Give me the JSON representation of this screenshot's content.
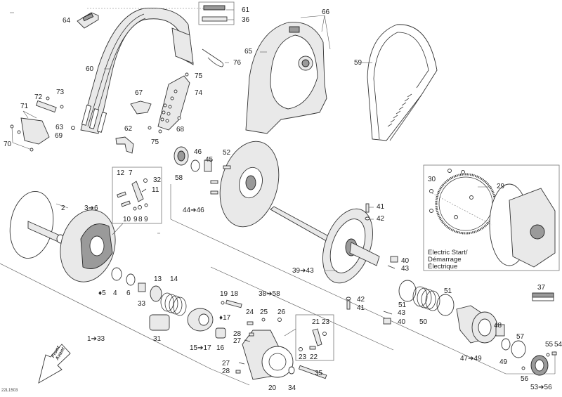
{
  "diagram": {
    "drawing_code": "22L1503",
    "front_arrow": {
      "line1": "Front",
      "line2": "Avant"
    },
    "electric_start_inset": {
      "line1": "Electric Start/",
      "line2": "Démarrage",
      "line3": "Électrique"
    },
    "callouts": {
      "c2": "2",
      "c3_6": "3➔6",
      "c4": "4",
      "c5": "♦5",
      "c6": "6",
      "c7": "7",
      "c8": "8",
      "c9a": "9",
      "c9b": "9",
      "c10": "10",
      "c11": "11",
      "c12": "12",
      "c13": "13",
      "c14": "14",
      "c15_17": "15➔17",
      "c16": "16",
      "c17": "♦17",
      "c18": "18",
      "c19": "19",
      "c20": "20",
      "c21": "21",
      "c22": "22",
      "c23a": "23",
      "c23b": "23",
      "c24": "24",
      "c25": "25",
      "c26": "26",
      "c27a": "27",
      "c27b": "27",
      "c28a": "28",
      "c28b": "28",
      "c29": "29",
      "c30": "30",
      "c31": "31",
      "c32": "32",
      "c33": "33",
      "c1_33": "1➔33",
      "c34": "34",
      "c35": "35",
      "c36": "36",
      "c37": "37",
      "c38_58": "38➔58",
      "c39_43": "39➔43",
      "c40a": "40",
      "c40b": "40",
      "c41a": "41",
      "c41b": "41",
      "c42a": "42",
      "c42b": "42",
      "c43a": "43",
      "c43b": "43",
      "c44_46": "44➔46",
      "c45": "45",
      "c46": "46",
      "c47_49": "47➔49",
      "c48": "48",
      "c49": "49",
      "c50": "50",
      "c51a": "51",
      "c51b": "51",
      "c52": "52",
      "c53_56": "53➔56",
      "c54": "54",
      "c55": "55",
      "c56": "56",
      "c57": "57",
      "c58": "58",
      "c59": "59",
      "c60": "60",
      "c61": "61",
      "c62": "62",
      "c63": "63",
      "c64": "64",
      "c65": "65",
      "c66": "66",
      "c67": "67",
      "c68": "68",
      "c69": "69",
      "c70": "70",
      "c71": "71",
      "c72": "72",
      "c73": "73",
      "c74": "74",
      "c75a": "75",
      "c75b": "75",
      "c76": "76"
    }
  }
}
